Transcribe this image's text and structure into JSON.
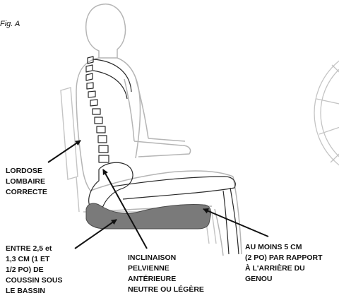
{
  "figure_label": "Fig. A",
  "callouts": {
    "lumbar_lordosis": "LORDOSE\nLOMBAIRE\nCORRECTE",
    "cushion_under_pelvis": "ENTRE 2,5 et\n1,3 CM (1 ET\n1/2 PO) DE\nCOUSSIN SOUS\nLE BASSIN",
    "pelvic_tilt": "INCLINAISON\nPELVIENNE\nANTÉRIEURE\nNEUTRE OU LÉGÈRE",
    "knee_clearance": "AU MOINS 5 CM\n(2 PO) PAR RAPPORT\nÀ L'ARRIÈRE DU\nGENOU"
  },
  "colors": {
    "cushion_fill": "#7a7a7a",
    "outline": "#b5b5b5",
    "bone_outline": "#2a2a2a",
    "arrow": "#111111"
  }
}
